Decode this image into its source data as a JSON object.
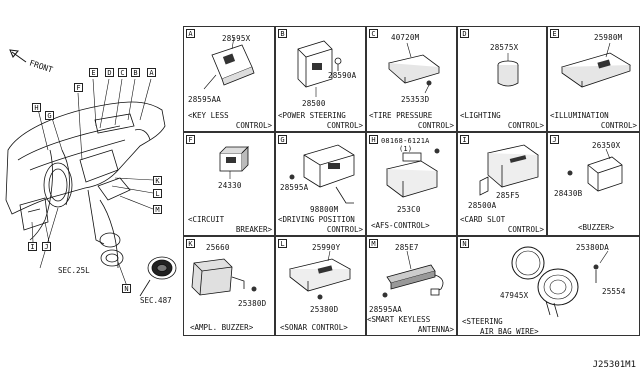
{
  "overview": {
    "front_label": "FRONT",
    "markers": [
      "A",
      "B",
      "C",
      "D",
      "E",
      "F",
      "G",
      "H",
      "I",
      "J",
      "K",
      "L",
      "M",
      "N"
    ],
    "sec_labels": [
      "SEC.25L",
      "SEC.487"
    ]
  },
  "cells": [
    {
      "letter": "A",
      "parts": [
        "28595X",
        "28595AA"
      ],
      "caption": [
        "<KEY LESS",
        "CONTROL>"
      ]
    },
    {
      "letter": "B",
      "parts": [
        "28590A",
        "28500"
      ],
      "caption": [
        "<POWER STEERING",
        "CONTROL>"
      ]
    },
    {
      "letter": "C",
      "parts": [
        "40720M",
        "25353D"
      ],
      "caption": [
        "<TIRE PRESSURE",
        "CONTROL>"
      ]
    },
    {
      "letter": "D",
      "parts": [
        "28575X"
      ],
      "caption": [
        "<LIGHTING",
        "CONTROL>"
      ]
    },
    {
      "letter": "E",
      "parts": [
        "25980M"
      ],
      "caption": [
        "<ILLUMINATION",
        "CONTROL>"
      ]
    },
    {
      "letter": "F",
      "parts": [
        "24330"
      ],
      "caption": [
        "<CIRCUIT",
        "BREAKER>"
      ]
    },
    {
      "letter": "G",
      "parts": [
        "28595A",
        "98800M"
      ],
      "caption": [
        "<DRIVING POSITION",
        "CONTROL>"
      ]
    },
    {
      "letter": "H",
      "parts": [
        "08168-6121A",
        "(1)",
        "253C0"
      ],
      "caption": [
        "<AFS-CONTROL>"
      ]
    },
    {
      "letter": "I",
      "parts": [
        "285F5",
        "28500A"
      ],
      "caption": [
        "<CARD SLOT",
        "CONTROL>"
      ]
    },
    {
      "letter": "J",
      "parts": [
        "26350X",
        "28430B"
      ],
      "caption": [
        "<BUZZER>"
      ]
    },
    {
      "letter": "K",
      "parts": [
        "25660",
        "25380D"
      ],
      "caption": [
        "<AMPL. BUZZER>"
      ]
    },
    {
      "letter": "L",
      "parts": [
        "25990Y",
        "25380D"
      ],
      "caption": [
        "<SONAR CONTROL>"
      ]
    },
    {
      "letter": "M",
      "parts": [
        "285E7",
        "28595AA"
      ],
      "caption": [
        "<SMART KEYLESS",
        "ANTENNA>"
      ]
    },
    {
      "letter": "N",
      "parts": [
        "25380DA",
        "47945X",
        "25554"
      ],
      "caption": [
        "<STEERING",
        "AIR BAG WIRE>"
      ]
    }
  ],
  "footer": "J25301M1"
}
